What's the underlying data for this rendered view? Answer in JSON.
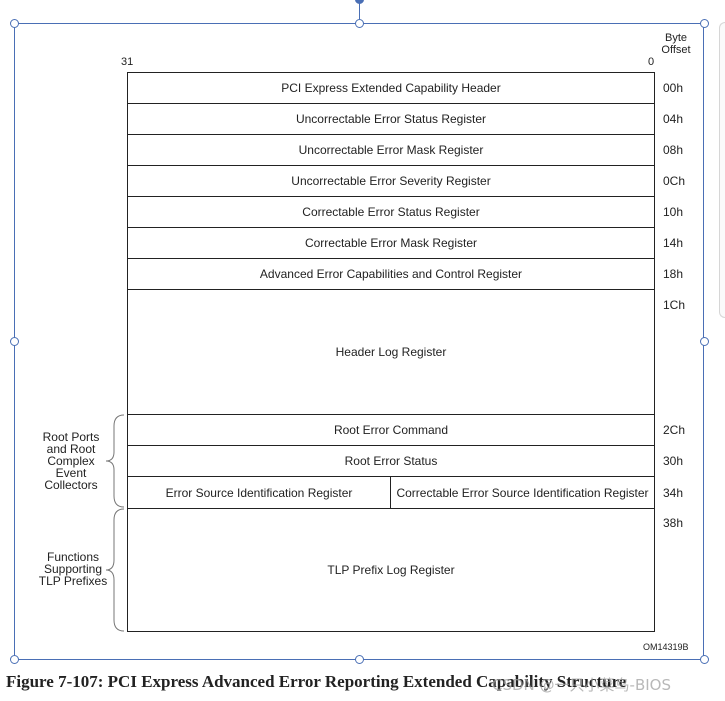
{
  "diagram": {
    "bit_high": "31",
    "bit_low": "0",
    "byte_offset_title": "Byte Offset",
    "rows": [
      {
        "cells": [
          "PCI Express Extended Capability Header"
        ],
        "offset": "00h"
      },
      {
        "cells": [
          "Uncorrectable Error Status Register"
        ],
        "offset": "04h"
      },
      {
        "cells": [
          "Uncorrectable Error Mask Register"
        ],
        "offset": "08h"
      },
      {
        "cells": [
          "Uncorrectable Error Severity Register"
        ],
        "offset": "0Ch"
      },
      {
        "cells": [
          "Correctable Error Status Register"
        ],
        "offset": "10h"
      },
      {
        "cells": [
          "Correctable Error Mask Register"
        ],
        "offset": "14h"
      },
      {
        "cells": [
          "Advanced Error Capabilities and Control Register"
        ],
        "offset": "18h"
      },
      {
        "cells": [
          "Header Log Register"
        ],
        "offset": "1Ch"
      },
      {
        "cells": [
          "Root Error Command"
        ],
        "offset": "2Ch"
      },
      {
        "cells": [
          "Root Error Status"
        ],
        "offset": "30h"
      },
      {
        "cells": [
          "Error Source Identification Register",
          "Correctable Error Source Identification Register"
        ],
        "offset": "34h"
      },
      {
        "cells": [
          "TLP Prefix Log Register"
        ],
        "offset": "38h"
      }
    ],
    "group_root": "Root Ports and Root Complex Event Collectors",
    "group_root_lines": [
      "Root Ports",
      "and Root",
      "Complex",
      "Event",
      "Collectors"
    ],
    "group_functions_lines": [
      "Functions",
      "Supporting",
      "TLP Prefixes"
    ],
    "figure_code": "OM14319B"
  },
  "caption": "Figure 7-107:  PCI Express Advanced Error Reporting Extended Capability Structure",
  "watermark": "CSDN @一只小菜鸟-BIOS",
  "colors": {
    "selection_frame": "#4a6fb5",
    "table_border": "#222222"
  }
}
